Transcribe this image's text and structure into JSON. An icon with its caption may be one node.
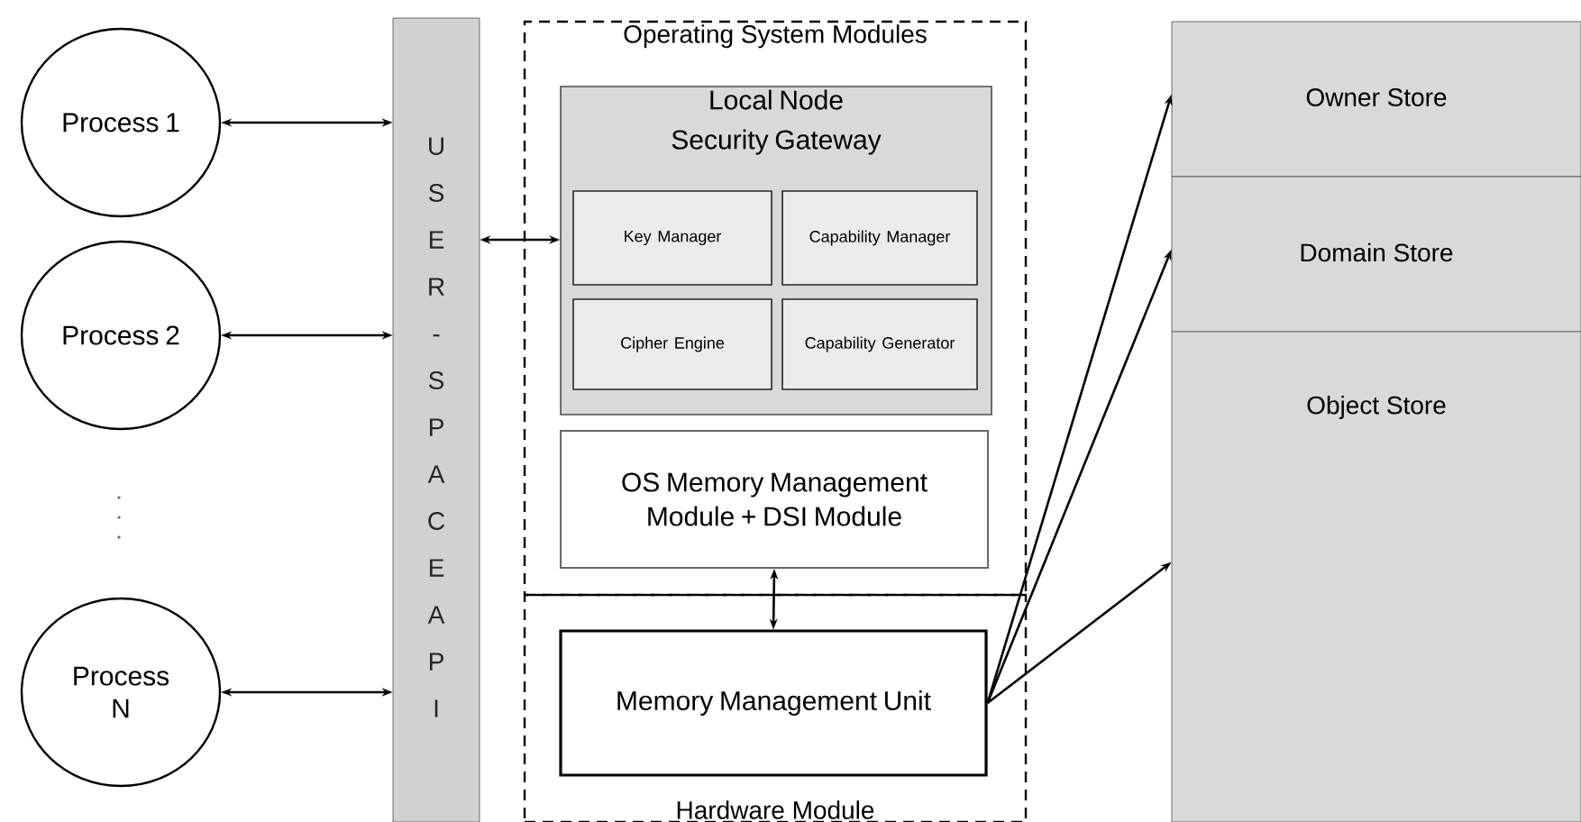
{
  "diagram": {
    "nodes": [
      {
        "text": [
          "Process 1"
        ]
      },
      {
        "text": [
          "Process 2"
        ]
      },
      {
        "text": [
          "Process N"
        ]
      },
      {
        "text": [
          "U S E R - S P A C E A P I"
        ]
      },
      {
        "text": [
          "Operating System Modules"
        ]
      },
      {
        "text": [
          "Local Node Security Gateway"
        ],
        "in": 4
      },
      {
        "text": [
          "Key Manager"
        ],
        "in": 5
      },
      {
        "text": [
          "Capability Manager"
        ],
        "in": 5
      },
      {
        "text": [
          "Cipher Engine"
        ],
        "in": 5
      },
      {
        "text": [
          "Capability Generator"
        ],
        "in": 5
      },
      {
        "text": [
          "OS Memory Management Module + DSI Module"
        ],
        "in": 4
      },
      {
        "text": [
          "Hardware Module"
        ]
      },
      {
        "text": [
          "Memory Management Unit"
        ],
        "in": 11
      },
      {
        "text": [
          "Owner Store"
        ]
      },
      {
        "text": [
          "Domain Store"
        ]
      },
      {
        "text": [
          "Object Store"
        ]
      }
    ],
    "edges": [
      {
        "from": 0,
        "to": 3,
        "arrow": "both"
      },
      {
        "from": 1,
        "to": 3,
        "arrow": "both"
      },
      {
        "from": 2,
        "to": 3,
        "arrow": "both"
      },
      {
        "from": 5,
        "to": 3,
        "arrow": "both"
      },
      {
        "from": 10,
        "to": 12,
        "arrow": "both"
      },
      {
        "from": 12,
        "to": 13,
        "arrow": "to"
      },
      {
        "from": 12,
        "to": 14,
        "arrow": "to"
      },
      {
        "from": 12,
        "to": 15,
        "arrow": "to"
      }
    ]
  }
}
